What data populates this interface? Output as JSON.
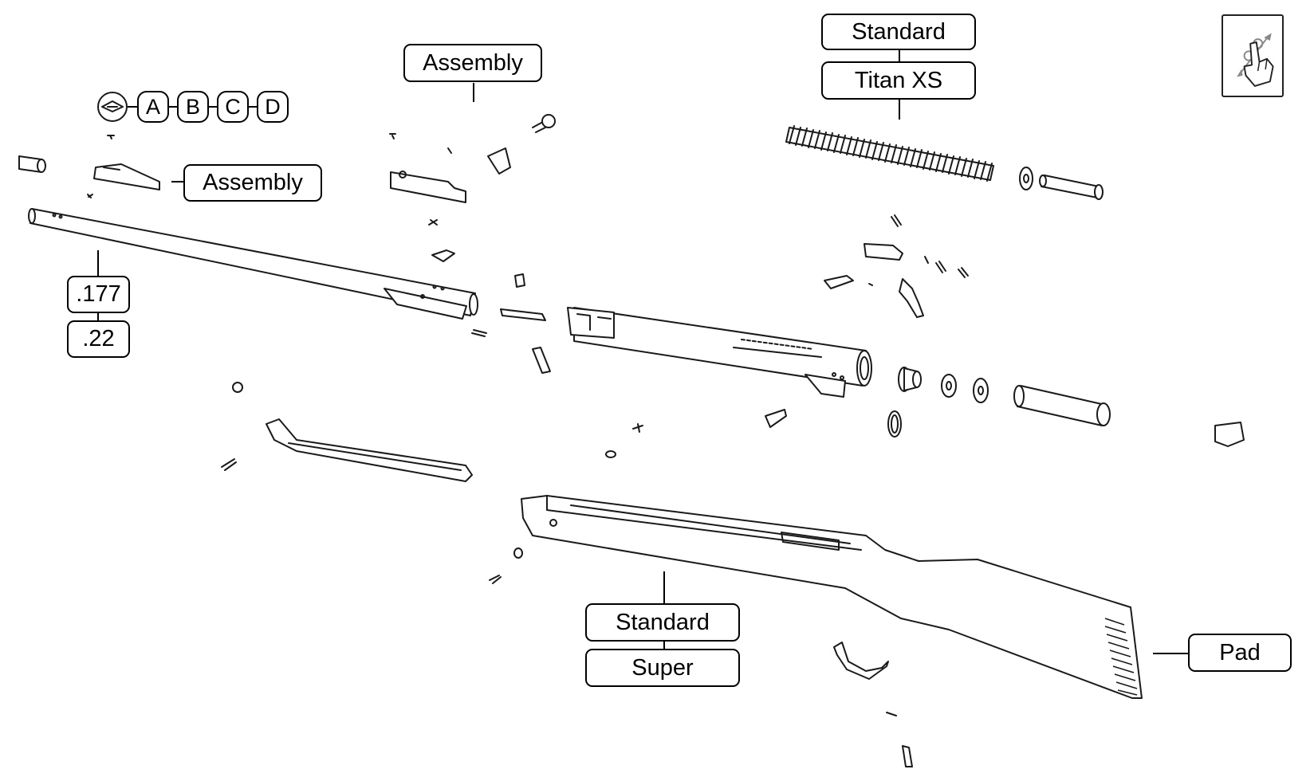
{
  "callouts": {
    "spring_standard": "Standard",
    "spring_titan": "Titan XS",
    "rear_sight_assembly": "Assembly",
    "front_sight_assembly": "Assembly",
    "barrel_177": ".177",
    "barrel_22": ".22",
    "stock_standard": "Standard",
    "stock_super": "Super",
    "butt_pad": "Pad"
  },
  "sight_options": {
    "letters": [
      "A",
      "B",
      "C",
      "D"
    ]
  },
  "controls": {
    "gesture_icon": "touch-pinch-zoom-icon"
  }
}
